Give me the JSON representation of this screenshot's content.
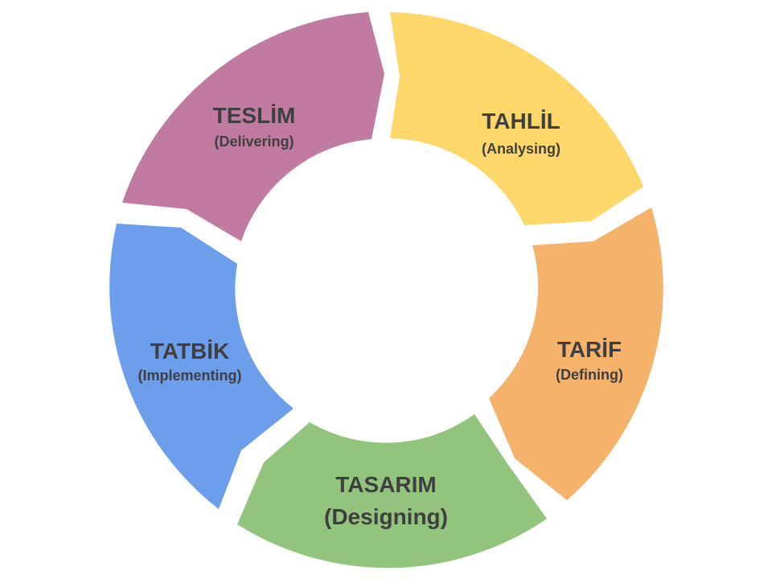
{
  "diagram": {
    "stages": [
      {
        "id": "tahlil",
        "title": "TAHLİL",
        "subtitle": "(Analysing)",
        "color": "#fdd76a"
      },
      {
        "id": "tarif",
        "title": "TARİF",
        "subtitle": "(Defining)",
        "color": "#f5b26b"
      },
      {
        "id": "tasarim",
        "title": "TASARIM",
        "subtitle": "(Designing)",
        "color": "#93c47d"
      },
      {
        "id": "tatbik",
        "title": "TATBİK",
        "subtitle": "(Implementing)",
        "color": "#6d9eeb"
      },
      {
        "id": "teslim",
        "title": "TESLİM",
        "subtitle": "(Delivering)",
        "color": "#c27ba0"
      }
    ]
  }
}
